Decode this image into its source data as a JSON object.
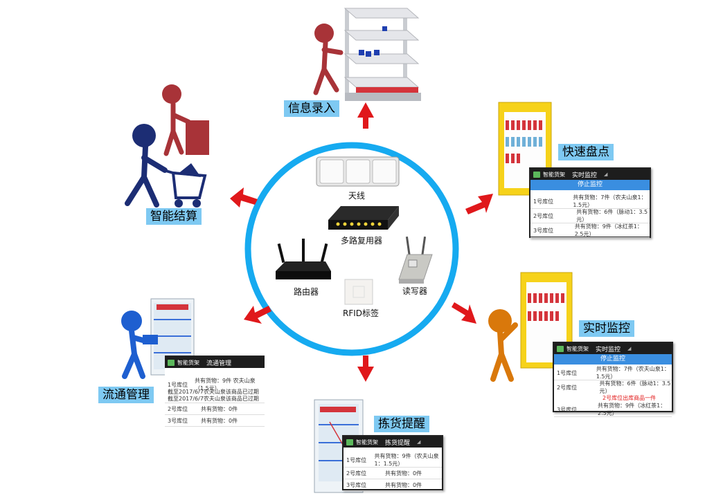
{
  "hub": {
    "antenna": "天线",
    "multiplexer": "多路复用器",
    "router": "路由器",
    "reader": "读写器",
    "rfid_tag": "RFID标签"
  },
  "nodes": {
    "info_entry": "信息录入",
    "quick_inventory": "快速盘点",
    "realtime_monitor": "实时监控",
    "pick_remind": "拣货提醒",
    "flow_manage": "流通管理",
    "smart_checkout": "智能结算"
  },
  "panel_inventory": {
    "app": "智能货架",
    "screen": "实时监控",
    "stop_button": "停止监控",
    "rows": [
      {
        "pos": "1号库位",
        "info": "共有货物：7件（农夫山泉1：1.5元）"
      },
      {
        "pos": "2号库位",
        "info": "共有货物：6件（脉动1：3.5元）"
      },
      {
        "pos": "3号库位",
        "info": "共有货物：9件（冰红茶1：2.5元）"
      }
    ]
  },
  "panel_monitor": {
    "app": "智能货架",
    "screen": "实时监控",
    "stop_button": "停止监控",
    "rows": [
      {
        "pos": "1号库位",
        "info": "共有货物：7件（农夫山泉1：1.5元）"
      },
      {
        "pos": "2号库位",
        "info": "共有货物：6件（脉动1：3.5元）"
      },
      {
        "pos": "3号库位",
        "info": "共有货物：9件（冰红茶1：2.5元）"
      }
    ],
    "alert": "2号库位出库商品一件"
  },
  "panel_flow": {
    "app": "智能货架",
    "screen": "流通管理",
    "rows": [
      {
        "pos": "1号库位",
        "info": "共有货物：9件  农夫山泉（1.5元）"
      },
      {
        "pos": "2号库位",
        "info": "共有货物：0件"
      },
      {
        "pos": "3号库位",
        "info": "共有货物：0件"
      }
    ],
    "notes": [
      "截至2017/6/7农夫山泉该商品已过期",
      "截至2017/6/7农夫山泉该商品已过期"
    ]
  },
  "panel_pick": {
    "app": "智能货架",
    "screen": "拣货提醒",
    "rows": [
      {
        "pos": "1号库位",
        "info": "共有货物：9件（农夫山泉1：1.5元）"
      },
      {
        "pos": "2号库位",
        "info": "共有货物：0件"
      },
      {
        "pos": "3号库位",
        "info": "共有货物：0件"
      }
    ]
  },
  "colors": {
    "ring": "#16aaf0",
    "arrow": "#e0181b",
    "label_bg": "#7ec9f2",
    "figure_red": "#a83338",
    "figure_navy": "#1c2d74",
    "figure_blue": "#1e5fd0",
    "figure_orange": "#d9780b",
    "shelf_yellow": "#f6d21a"
  }
}
